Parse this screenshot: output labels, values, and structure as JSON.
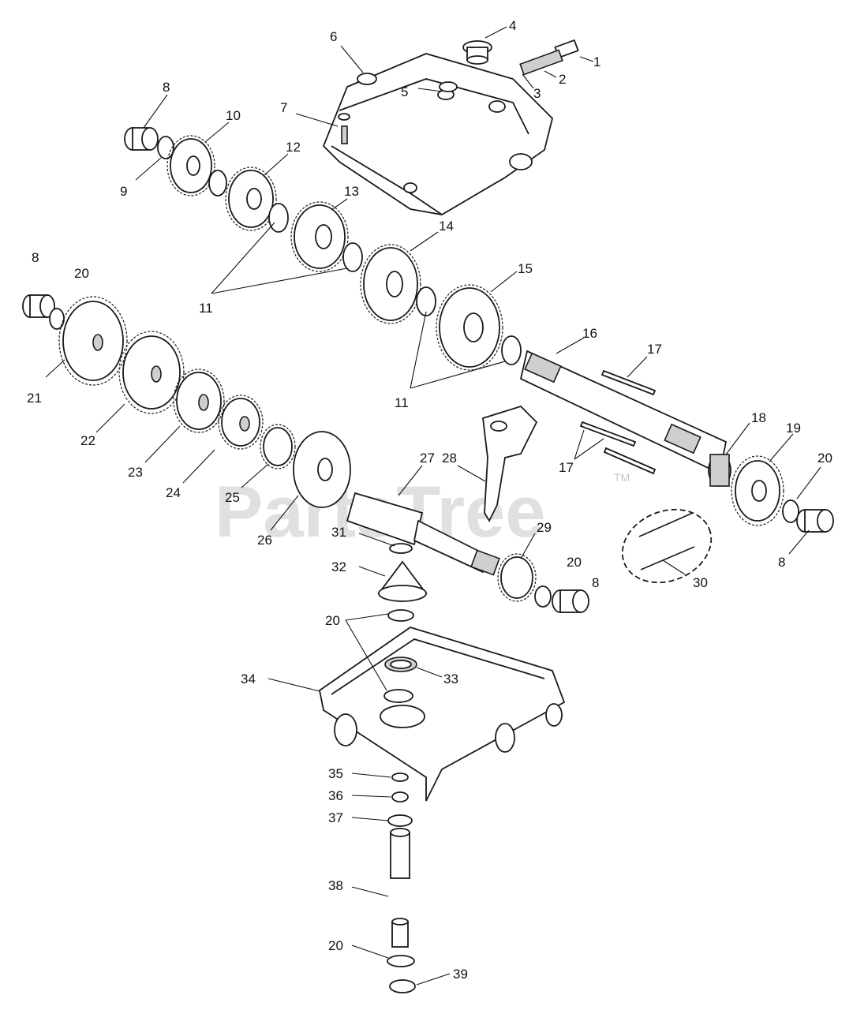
{
  "watermark": {
    "text": "PartsTree",
    "trademark": "TM"
  },
  "callouts": [
    "1",
    "2",
    "3",
    "4",
    "5",
    "6",
    "7",
    "8",
    "9",
    "10",
    "11",
    "12",
    "13",
    "14",
    "15",
    "16",
    "17",
    "18",
    "19",
    "20",
    "21",
    "22",
    "23",
    "24",
    "25",
    "26",
    "27",
    "28",
    "29",
    "30",
    "31",
    "32",
    "33",
    "34",
    "35",
    "36",
    "37",
    "38",
    "39"
  ]
}
